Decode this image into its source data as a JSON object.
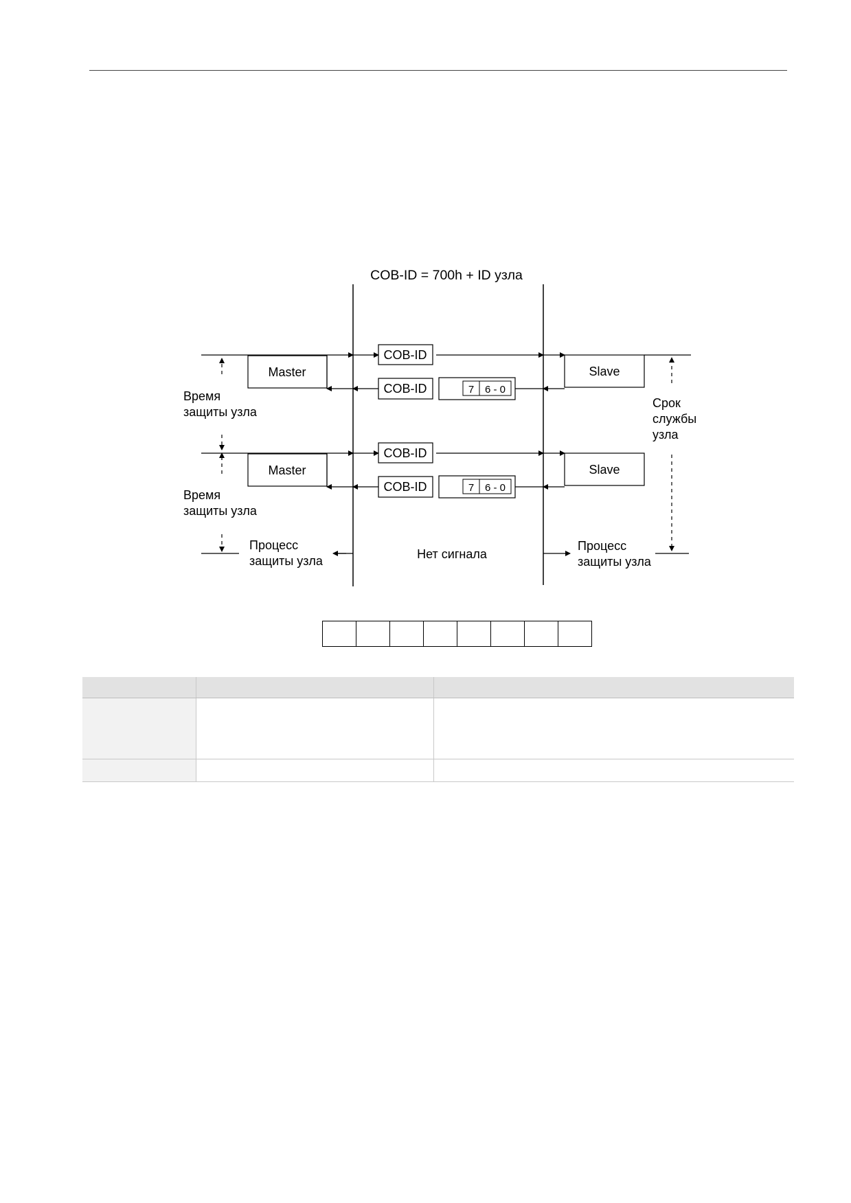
{
  "diagram": {
    "title": "COB-ID = 700h + ID узла",
    "master_label": "Master",
    "slave_label": "Slave",
    "cob_id_label": "COB-ID",
    "bit7_label": "7",
    "bits60_label": "6 - 0",
    "guard_time_line1": "Время",
    "guard_time_line2": "защиты узла",
    "life_time_line1": "Срок",
    "life_time_line2": "службы",
    "life_time_line3": "узла",
    "process_line1": "Процесс",
    "process_line2": "защиты узла",
    "no_signal": "Нет сигнала"
  },
  "bit_row": {
    "cells": 8
  },
  "table": {
    "header": [
      "",
      "",
      ""
    ],
    "rows": [
      [
        "",
        "",
        ""
      ],
      [
        "",
        "",
        ""
      ]
    ]
  }
}
